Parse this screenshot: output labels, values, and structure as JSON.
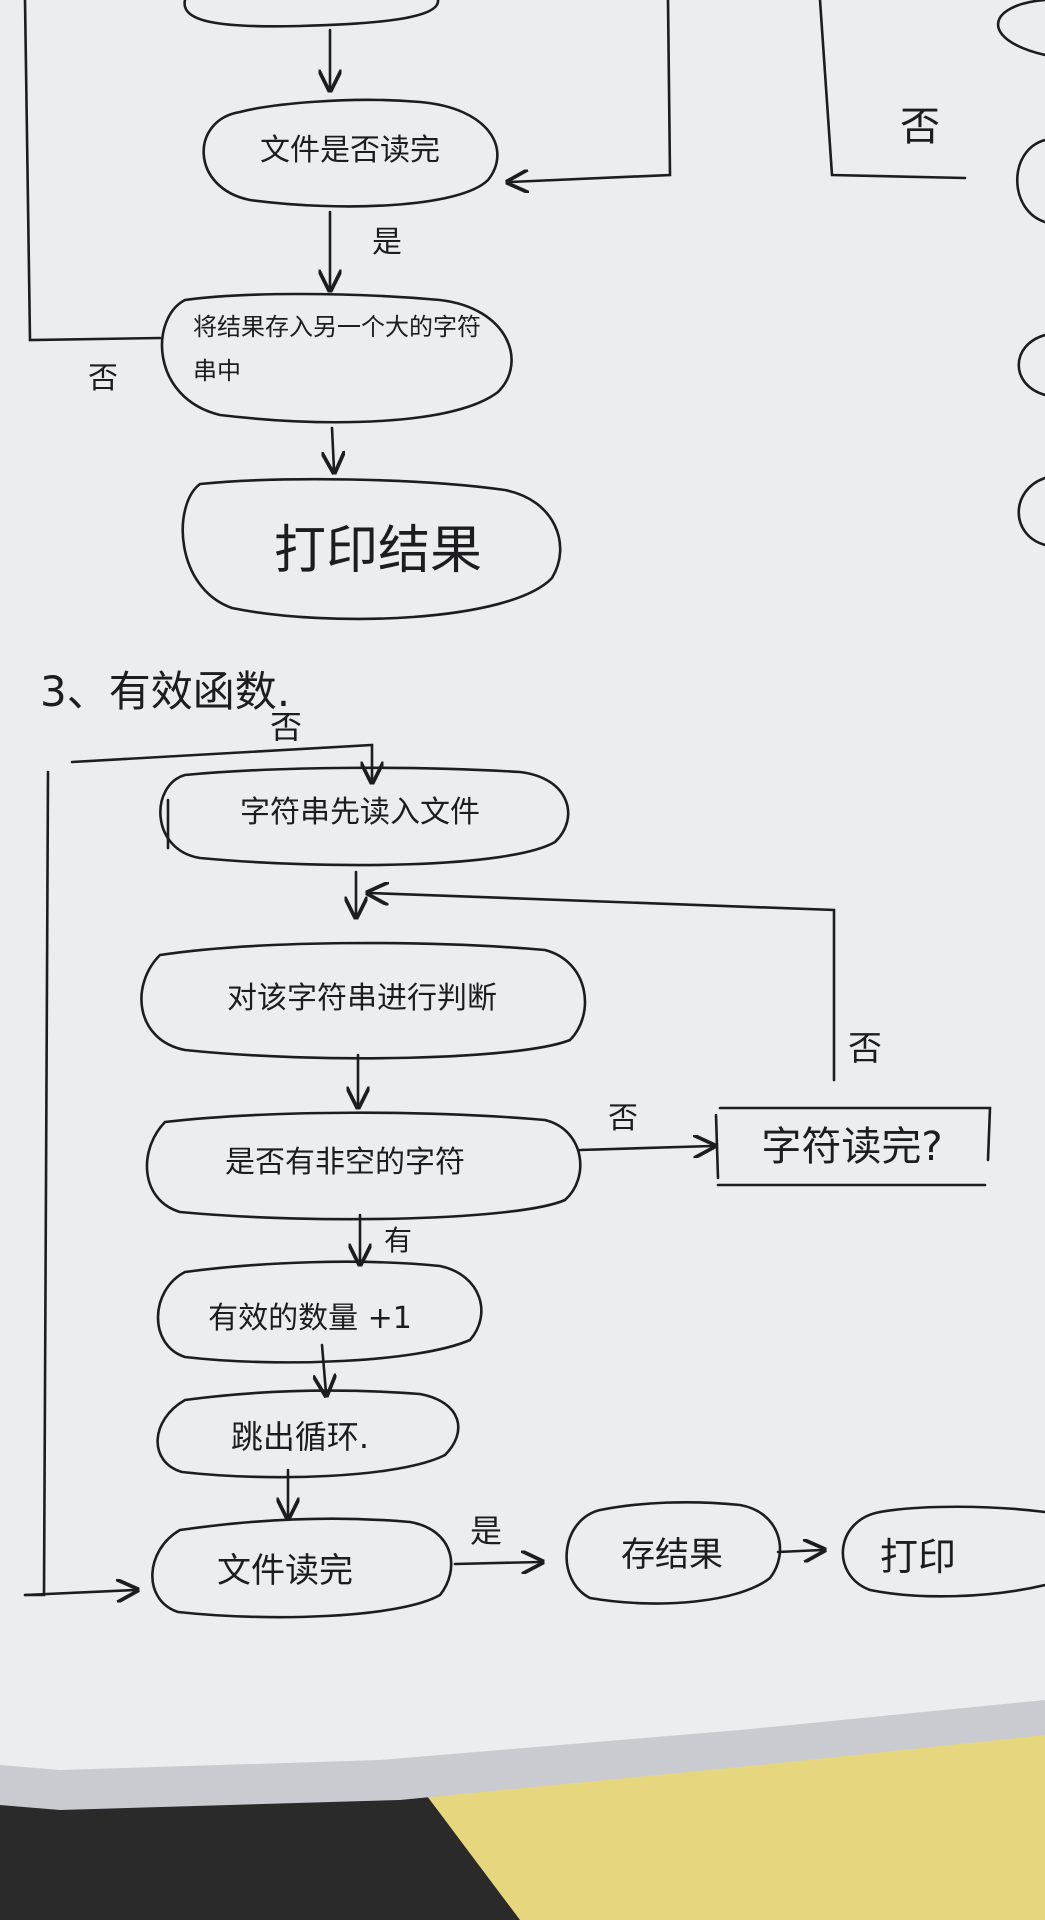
{
  "colors": {
    "paper": "#ecedf0",
    "paper_shadow": "#c9cbd1",
    "ink": "#1c1c22",
    "desk": "#e6d67e",
    "dark": "#2a2a2a"
  },
  "section1": {
    "node_is_file_read_done": "文件是否读完",
    "label_yes_1": "是",
    "node_store_in_string": "将结果存入另一个大的字符串中",
    "label_no_1": "否",
    "node_print_result": "打印结果",
    "label_no_right": "否"
  },
  "section2": {
    "heading": "3、有效函数.",
    "label_no_top": "否",
    "node_read_file": "字符串先读入文件",
    "node_judge_string": "对该字符串进行判断",
    "node_has_non_empty_char": "是否有非空的字符",
    "label_no_mid": "否",
    "node_char_done": "字符读完?",
    "label_no_up": "否",
    "label_yes_2": "有",
    "node_count_plus_one": "有效的数量 +1",
    "node_jump_loop": "跳出循环.",
    "node_file_done": "文件读完",
    "label_yes_3": "是",
    "node_store_result": "存结果",
    "node_print": "打印"
  }
}
